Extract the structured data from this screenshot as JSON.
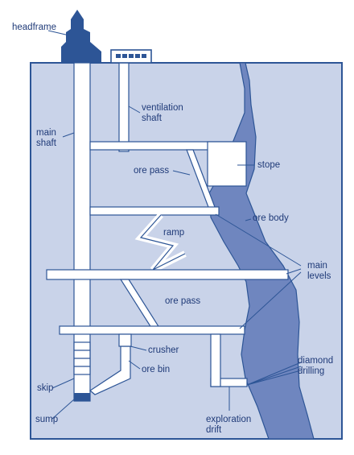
{
  "colors": {
    "outline": "#2d5596",
    "ground": "#c9d3e9",
    "opening": "#ffffff",
    "ore_body": "#6f86bf",
    "headframe": "#2d5596",
    "label": "#1f3a78"
  },
  "labels": {
    "headframe": "headframe",
    "main_shaft_1": "main",
    "main_shaft_2": "shaft",
    "ventilation_shaft_1": "ventilation",
    "ventilation_shaft_2": "shaft",
    "ore_pass_upper": "ore pass",
    "stope": "stope",
    "ore_body": "ore body",
    "ramp": "ramp",
    "main_levels_1": "main",
    "main_levels_2": "levels",
    "ore_pass_lower": "ore pass",
    "crusher": "crusher",
    "ore_bin": "ore bin",
    "diamond_drilling_1": "diamond",
    "diamond_drilling_2": "drilling",
    "skip": "skip",
    "sump": "sump",
    "exploration_drift_1": "exploration",
    "exploration_drift_2": "drift"
  }
}
